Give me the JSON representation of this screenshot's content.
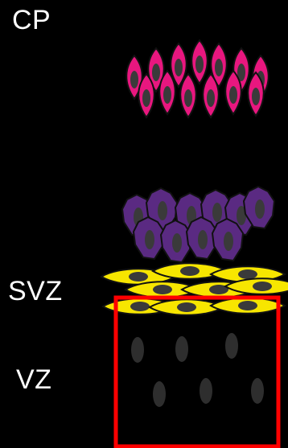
{
  "labels": {
    "cp": "CP",
    "svz": "SVZ",
    "vz": "VZ"
  },
  "colors": {
    "background": "#000000",
    "label_text": "#ffffff",
    "cp_cells": "#e8177f",
    "intermediate_cells": "#5a2a82",
    "svz_cells": "#f7e600",
    "nucleus": "#3a3a3a",
    "vz_nuclei": "#2e2e2e",
    "highlight_box": "#ff0000",
    "cell_outline": "#111111"
  }
}
